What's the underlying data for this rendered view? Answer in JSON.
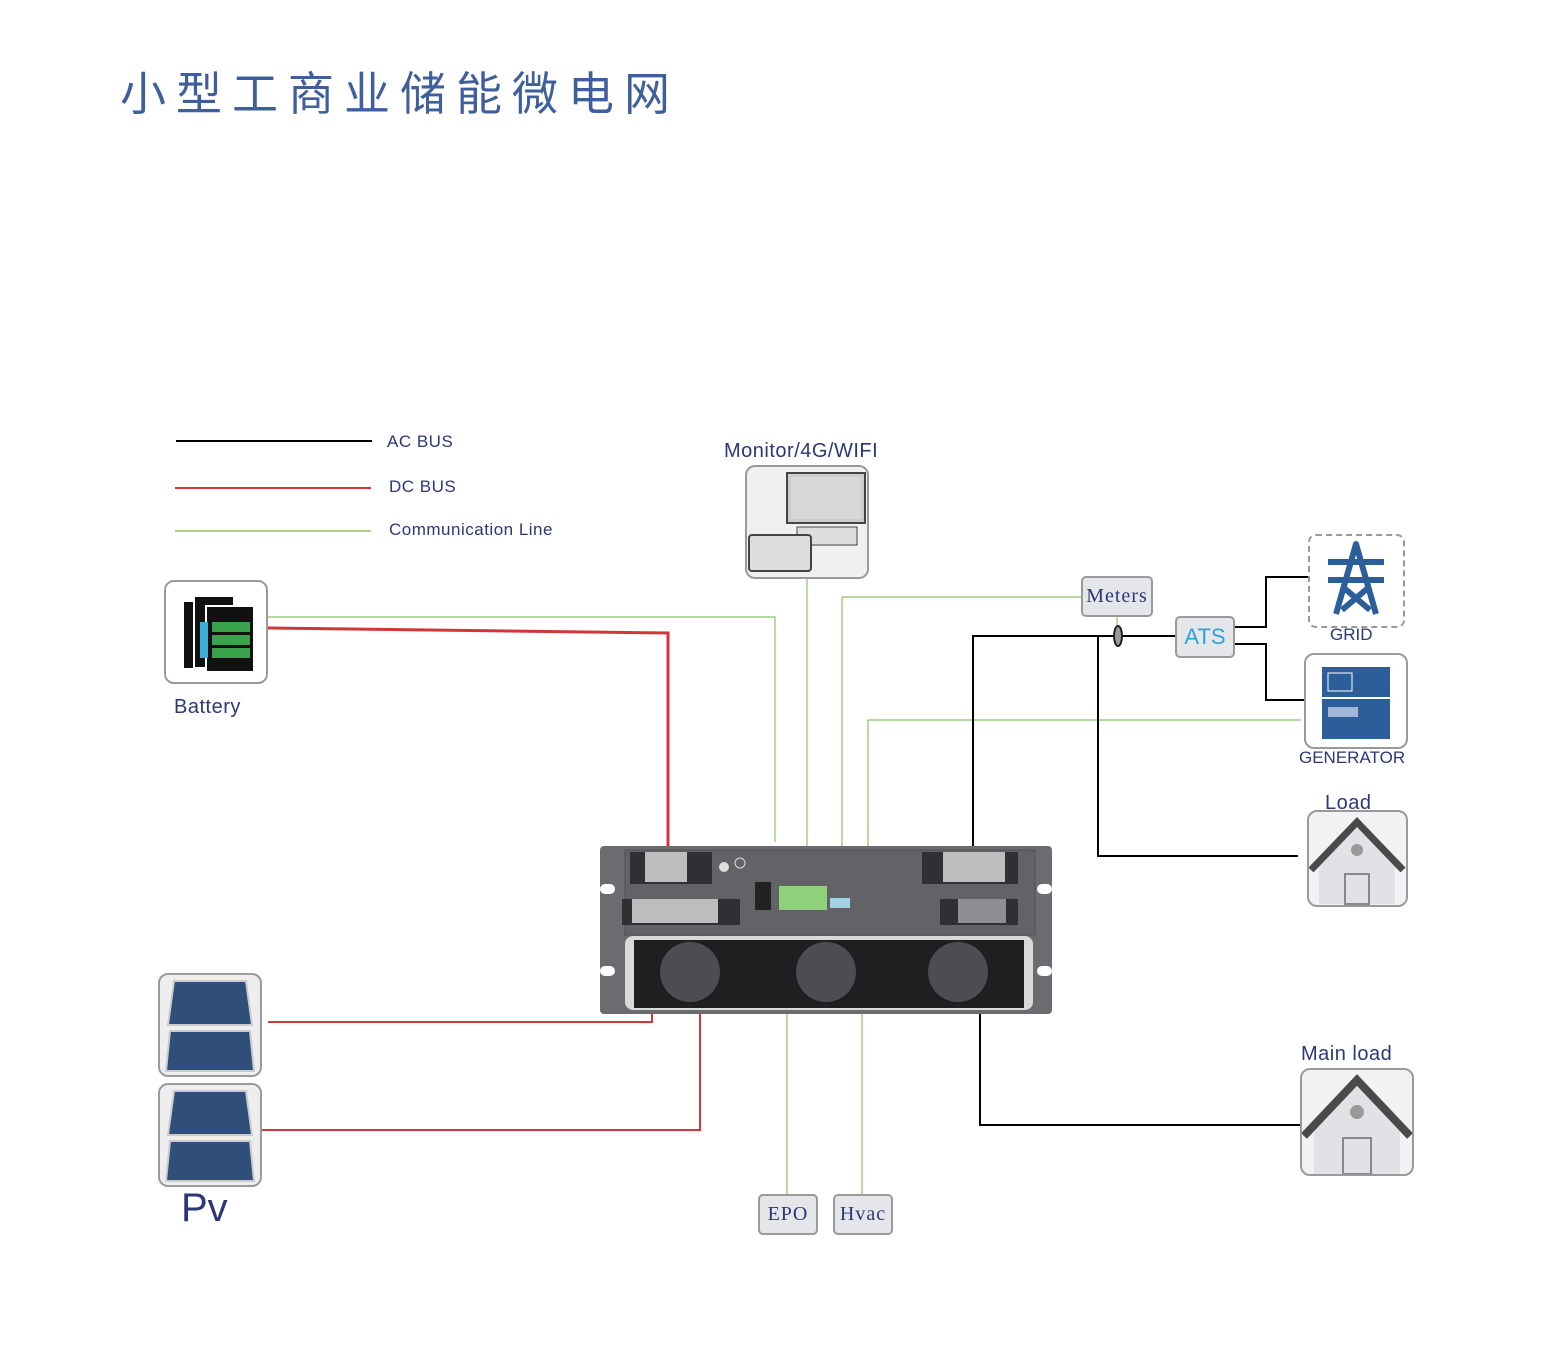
{
  "title": "小型工商业储能微电网",
  "legend": [
    {
      "label": "AC BUS",
      "color": "#000000"
    },
    {
      "label": "DC BUS",
      "color": "#d0363a"
    },
    {
      "label": "Communication Line",
      "color": "#8cc26a"
    }
  ],
  "nodes": {
    "monitor": "Monitor/4G/WIFI",
    "battery": "Battery",
    "pv": "Pv",
    "meters": "Meters",
    "ats": "ATS",
    "grid": "GRID",
    "generator": "GENERATOR",
    "load": "Load",
    "main_load": "Main load",
    "epo": "EPO",
    "hvac": "Hvac"
  },
  "colors": {
    "accent_blue": "#2c5f9a",
    "ats_text": "#29a3dc",
    "text_navy": "#2c3778",
    "inverter": "#6b6c70"
  }
}
